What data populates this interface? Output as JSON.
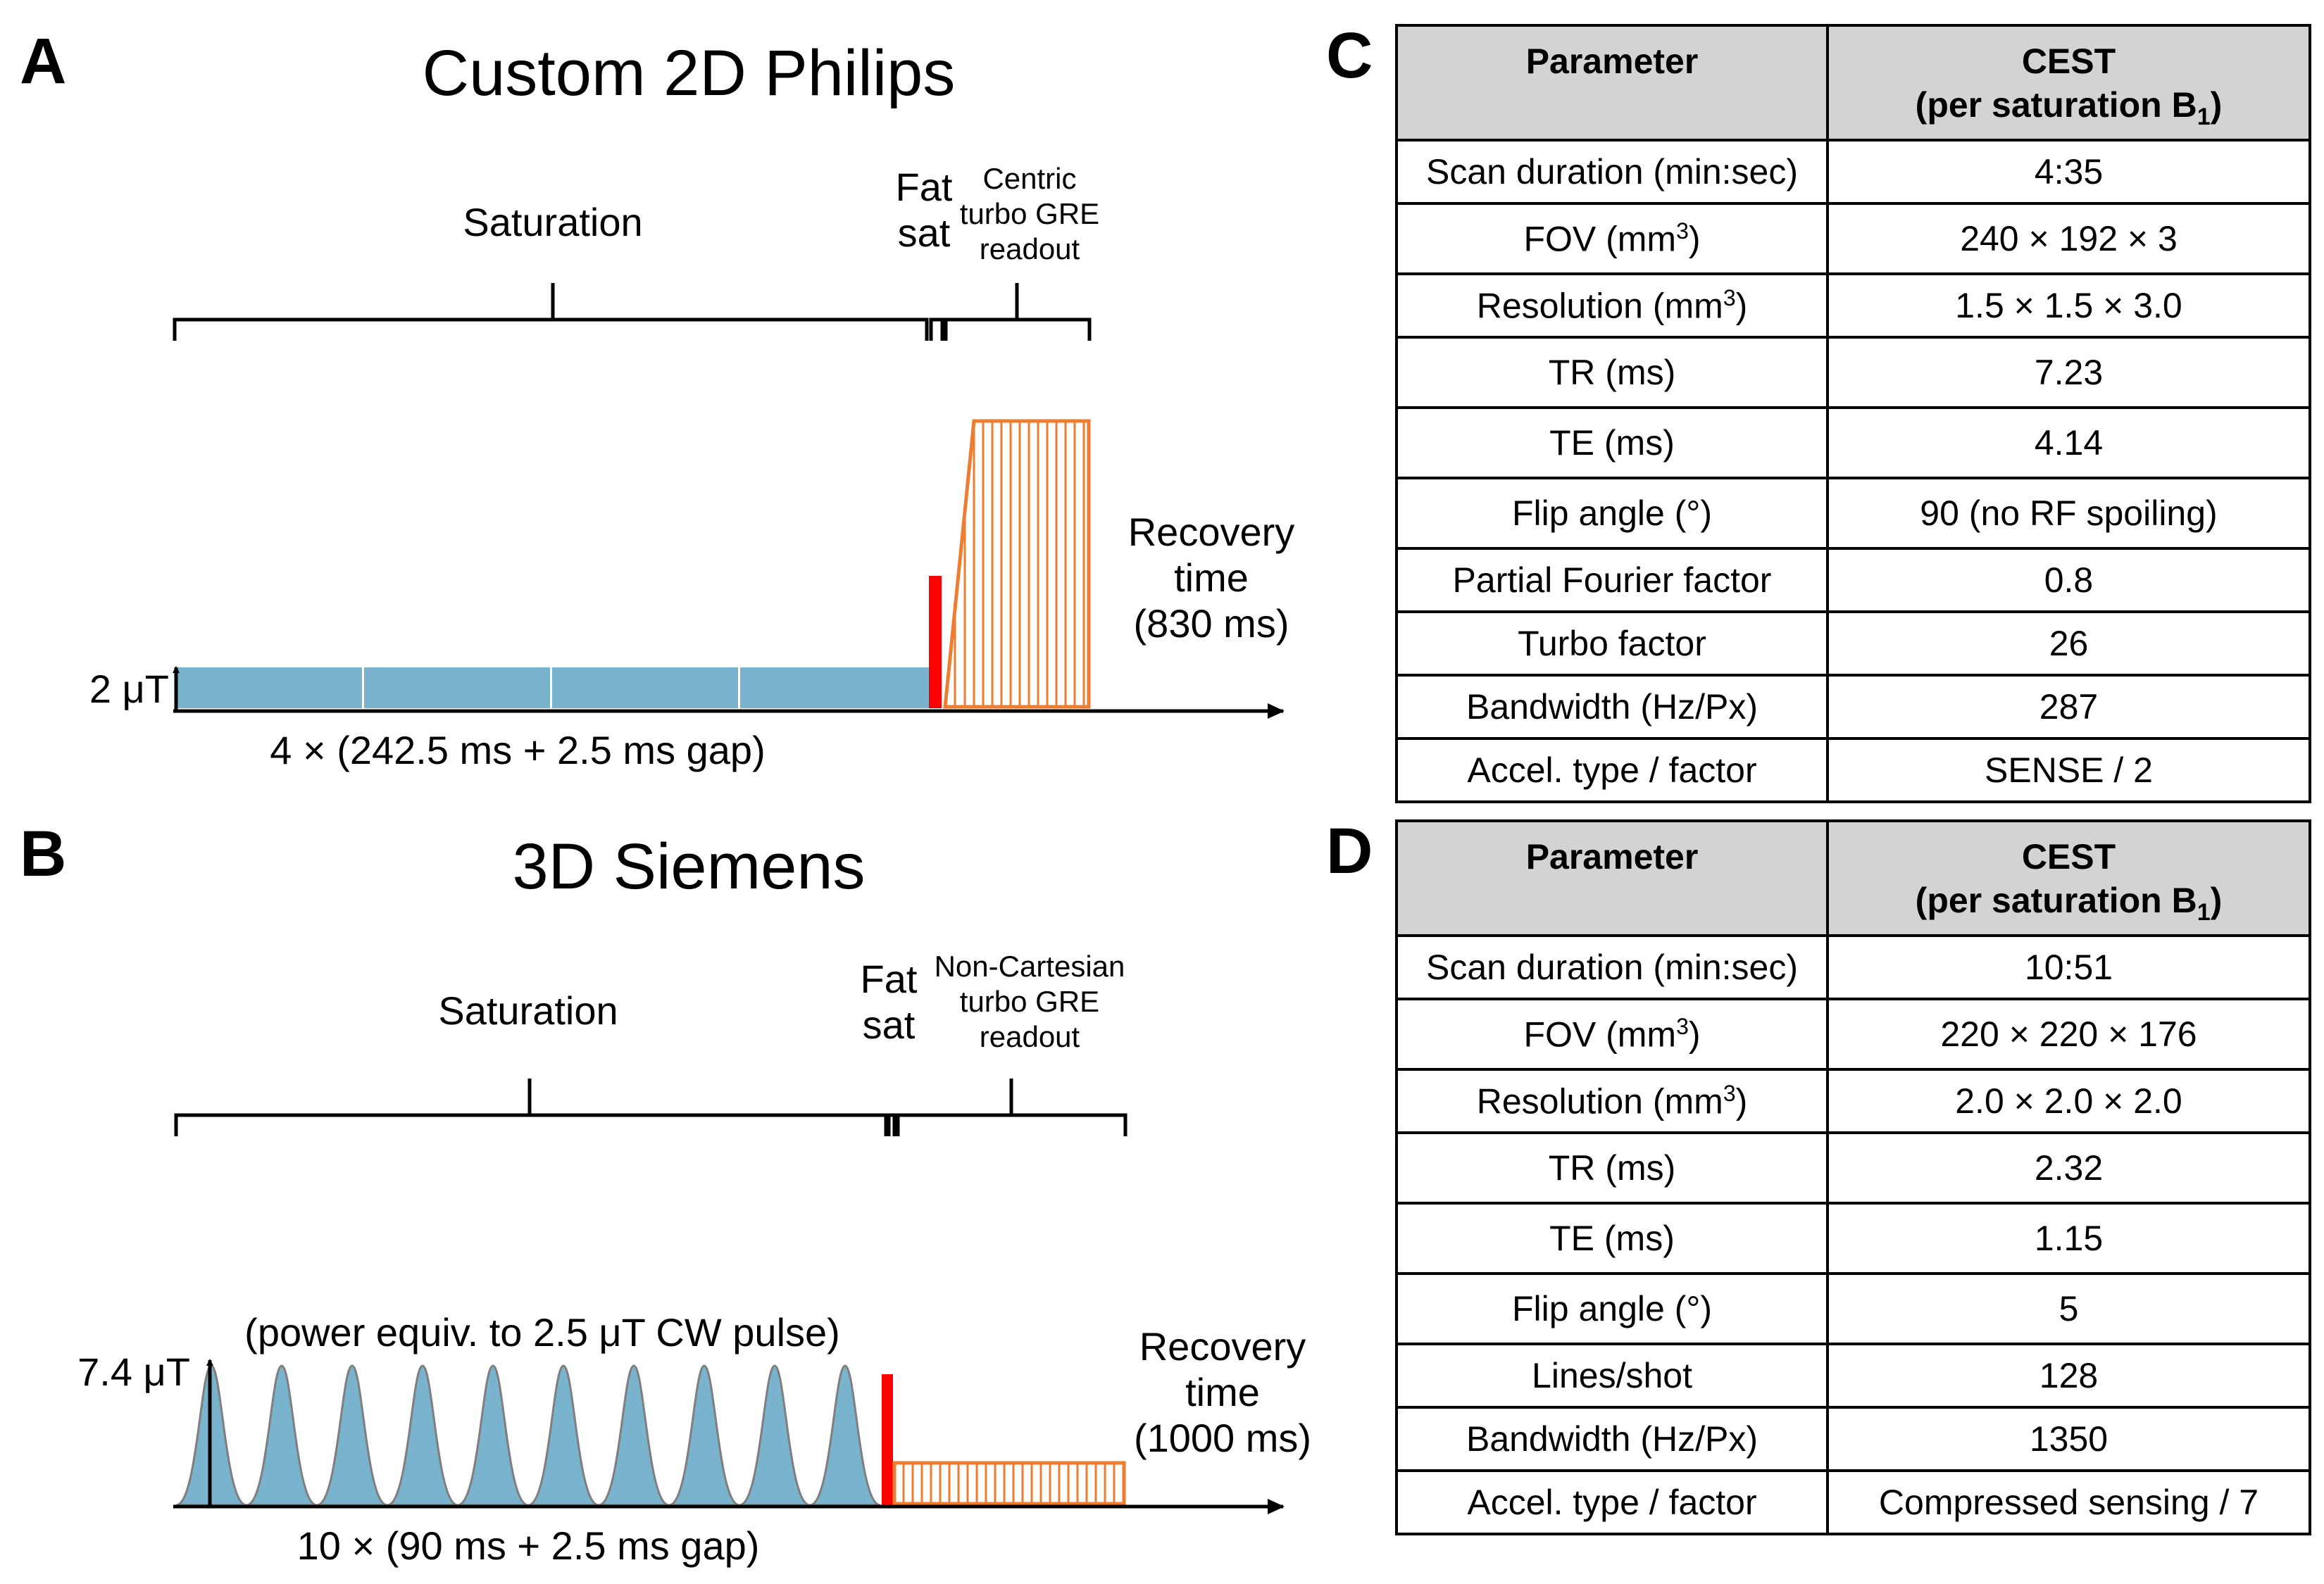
{
  "panels": {
    "A": {
      "letter": "A",
      "title": "Custom 2D Philips",
      "saturation_label": "Saturation",
      "fatsat_label": [
        "Fat",
        "sat"
      ],
      "readout_label": [
        "Centric",
        "turbo GRE",
        "readout"
      ],
      "recovery_label": [
        "Recovery",
        "time",
        "(830 ms)"
      ],
      "amplitude_label": "2 μT",
      "pulse_caption": "4 × (242.5 ms + 2.5 ms gap)"
    },
    "B": {
      "letter": "B",
      "title": "3D Siemens",
      "saturation_label": "Saturation",
      "fatsat_label": [
        "Fat",
        "sat"
      ],
      "readout_label": [
        "Non-Cartesian",
        "turbo GRE",
        "readout"
      ],
      "recovery_label": [
        "Recovery",
        "time",
        "(1000 ms)"
      ],
      "amplitude_label": "7.4 μT",
      "power_note": "(power equiv. to 2.5 μT CW pulse)",
      "pulse_caption": "10 × (90 ms + 2.5 ms gap)"
    }
  },
  "tables": {
    "C": {
      "letter": "C",
      "header": {
        "param": "Parameter",
        "cest_line1": "CEST",
        "cest_line2": "(per saturation B",
        "cest_sub": "1",
        "cest_end": ")"
      },
      "rows": [
        {
          "param": "Scan duration (min:sec)",
          "value": "4:35"
        },
        {
          "param": "FOV (mm",
          "sup": "3",
          "param_end": ")",
          "value": "240 × 192 × 3"
        },
        {
          "param": "Resolution (mm",
          "sup": "3",
          "param_end": ")",
          "value": "1.5 × 1.5 × 3.0"
        },
        {
          "param": "TR (ms)",
          "value": "7.23"
        },
        {
          "param": "TE (ms)",
          "value": "4.14"
        },
        {
          "param": "Flip angle (°)",
          "value": "90 (no RF spoiling)"
        },
        {
          "param": "Partial Fourier factor",
          "value": "0.8"
        },
        {
          "param": "Turbo factor",
          "value": "26"
        },
        {
          "param": "Bandwidth (Hz/Px)",
          "value": "287"
        },
        {
          "param": "Accel. type / factor",
          "value": "SENSE / 2"
        }
      ]
    },
    "D": {
      "letter": "D",
      "header": {
        "param": "Parameter",
        "cest_line1": "CEST",
        "cest_line2": "(per saturation B",
        "cest_sub": "1",
        "cest_end": ")"
      },
      "rows": [
        {
          "param": "Scan duration (min:sec)",
          "value": "10:51"
        },
        {
          "param": "FOV (mm",
          "sup": "3",
          "param_end": ")",
          "value": "220 × 220 × 176"
        },
        {
          "param": "Resolution (mm",
          "sup": "3",
          "param_end": ")",
          "value": "2.0 × 2.0 × 2.0"
        },
        {
          "param": "TR (ms)",
          "value": "2.32"
        },
        {
          "param": "TE (ms)",
          "value": "1.15"
        },
        {
          "param": "Flip angle (°)",
          "value": "5"
        },
        {
          "param": "Lines/shot",
          "value": "128"
        },
        {
          "param": "Bandwidth (Hz/Px)",
          "value": "1350"
        },
        {
          "param": "Accel. type / factor",
          "value": "Compressed sensing / 7"
        }
      ]
    }
  },
  "colors": {
    "saturation": "#7ab3ce",
    "fatsat": "#ff0000",
    "readout": "#ed7d31",
    "header_bg": "#d4d3d3"
  }
}
